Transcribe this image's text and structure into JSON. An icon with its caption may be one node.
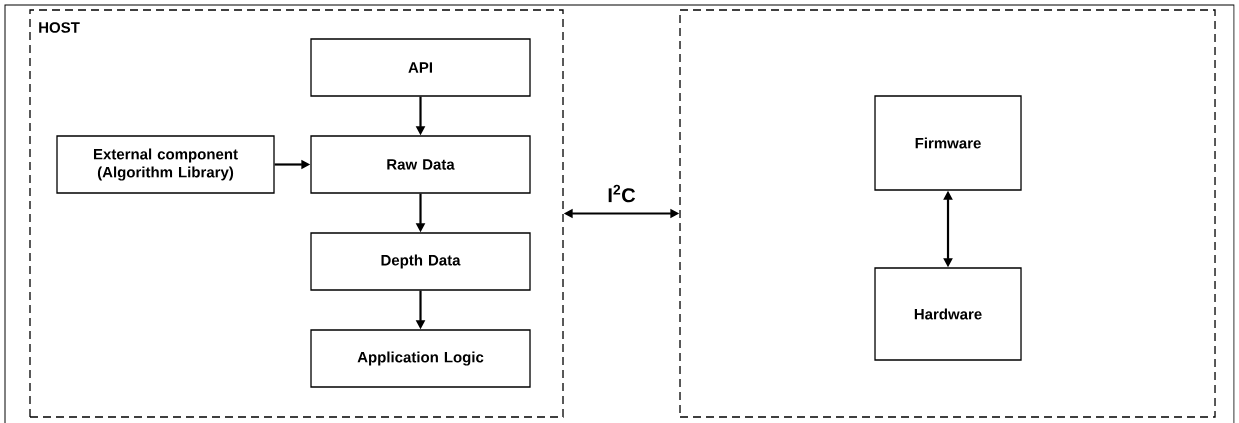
{
  "diagram": {
    "nodes": [
      {
        "text": [
          "HOST"
        ]
      },
      {
        "text": [
          "API"
        ],
        "in": 0
      },
      {
        "text": [
          "External component (Algorithm Library)"
        ],
        "in": 0
      },
      {
        "text": [
          "Raw Data"
        ],
        "in": 0
      },
      {
        "text": [
          "Depth Data"
        ],
        "in": 0
      },
      {
        "text": [
          "Application Logic"
        ],
        "in": 0
      },
      {
        "text": [],
        "shape": "box"
      },
      {
        "text": [
          "Firmware"
        ],
        "in": 6
      },
      {
        "text": [
          "Hardware"
        ],
        "in": 6
      }
    ],
    "edges": [
      {
        "from": 1,
        "to": 3,
        "arrow": "to"
      },
      {
        "from": 2,
        "to": 3,
        "arrow": "to"
      },
      {
        "from": 3,
        "to": 4,
        "arrow": "to"
      },
      {
        "from": 4,
        "to": 5,
        "arrow": "to"
      },
      {
        "from": 0,
        "to": 6,
        "arrow": "both",
        "label": "I$^{2}$C"
      },
      {
        "from": 7,
        "to": 8,
        "arrow": "both"
      }
    ]
  }
}
